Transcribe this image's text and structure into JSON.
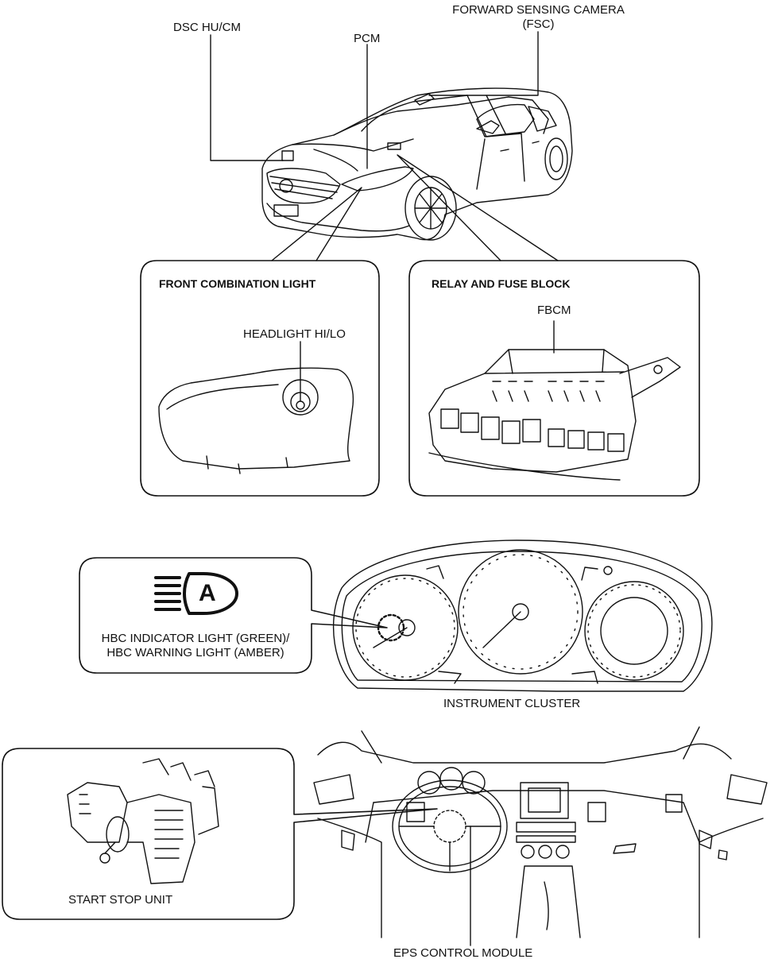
{
  "labels": {
    "fsc_line1": "FORWARD SENSING CAMERA",
    "fsc_line2": "(FSC)",
    "dsc": "DSC HU/CM",
    "pcm": "PCM",
    "front_combination_title": "FRONT COMBINATION LIGHT",
    "headlight": "HEADLIGHT HI/LO",
    "relay_fuse_title": "RELAY AND FUSE BLOCK",
    "fbcm": "FBCM",
    "hbc_line1": "HBC INDICATOR LIGHT (GREEN)/",
    "hbc_line2": "HBC WARNING LIGHT (AMBER)",
    "instrument_cluster": "INSTRUMENT CLUSTER",
    "start_stop_unit": "START STOP UNIT",
    "eps_module": "EPS CONTROL MODULE"
  },
  "icons": {
    "hbc_symbol": "auto-high-beam-icon",
    "hbc_glyph": "A"
  },
  "colors": {
    "ink": "#111111",
    "paper": "#ffffff"
  }
}
